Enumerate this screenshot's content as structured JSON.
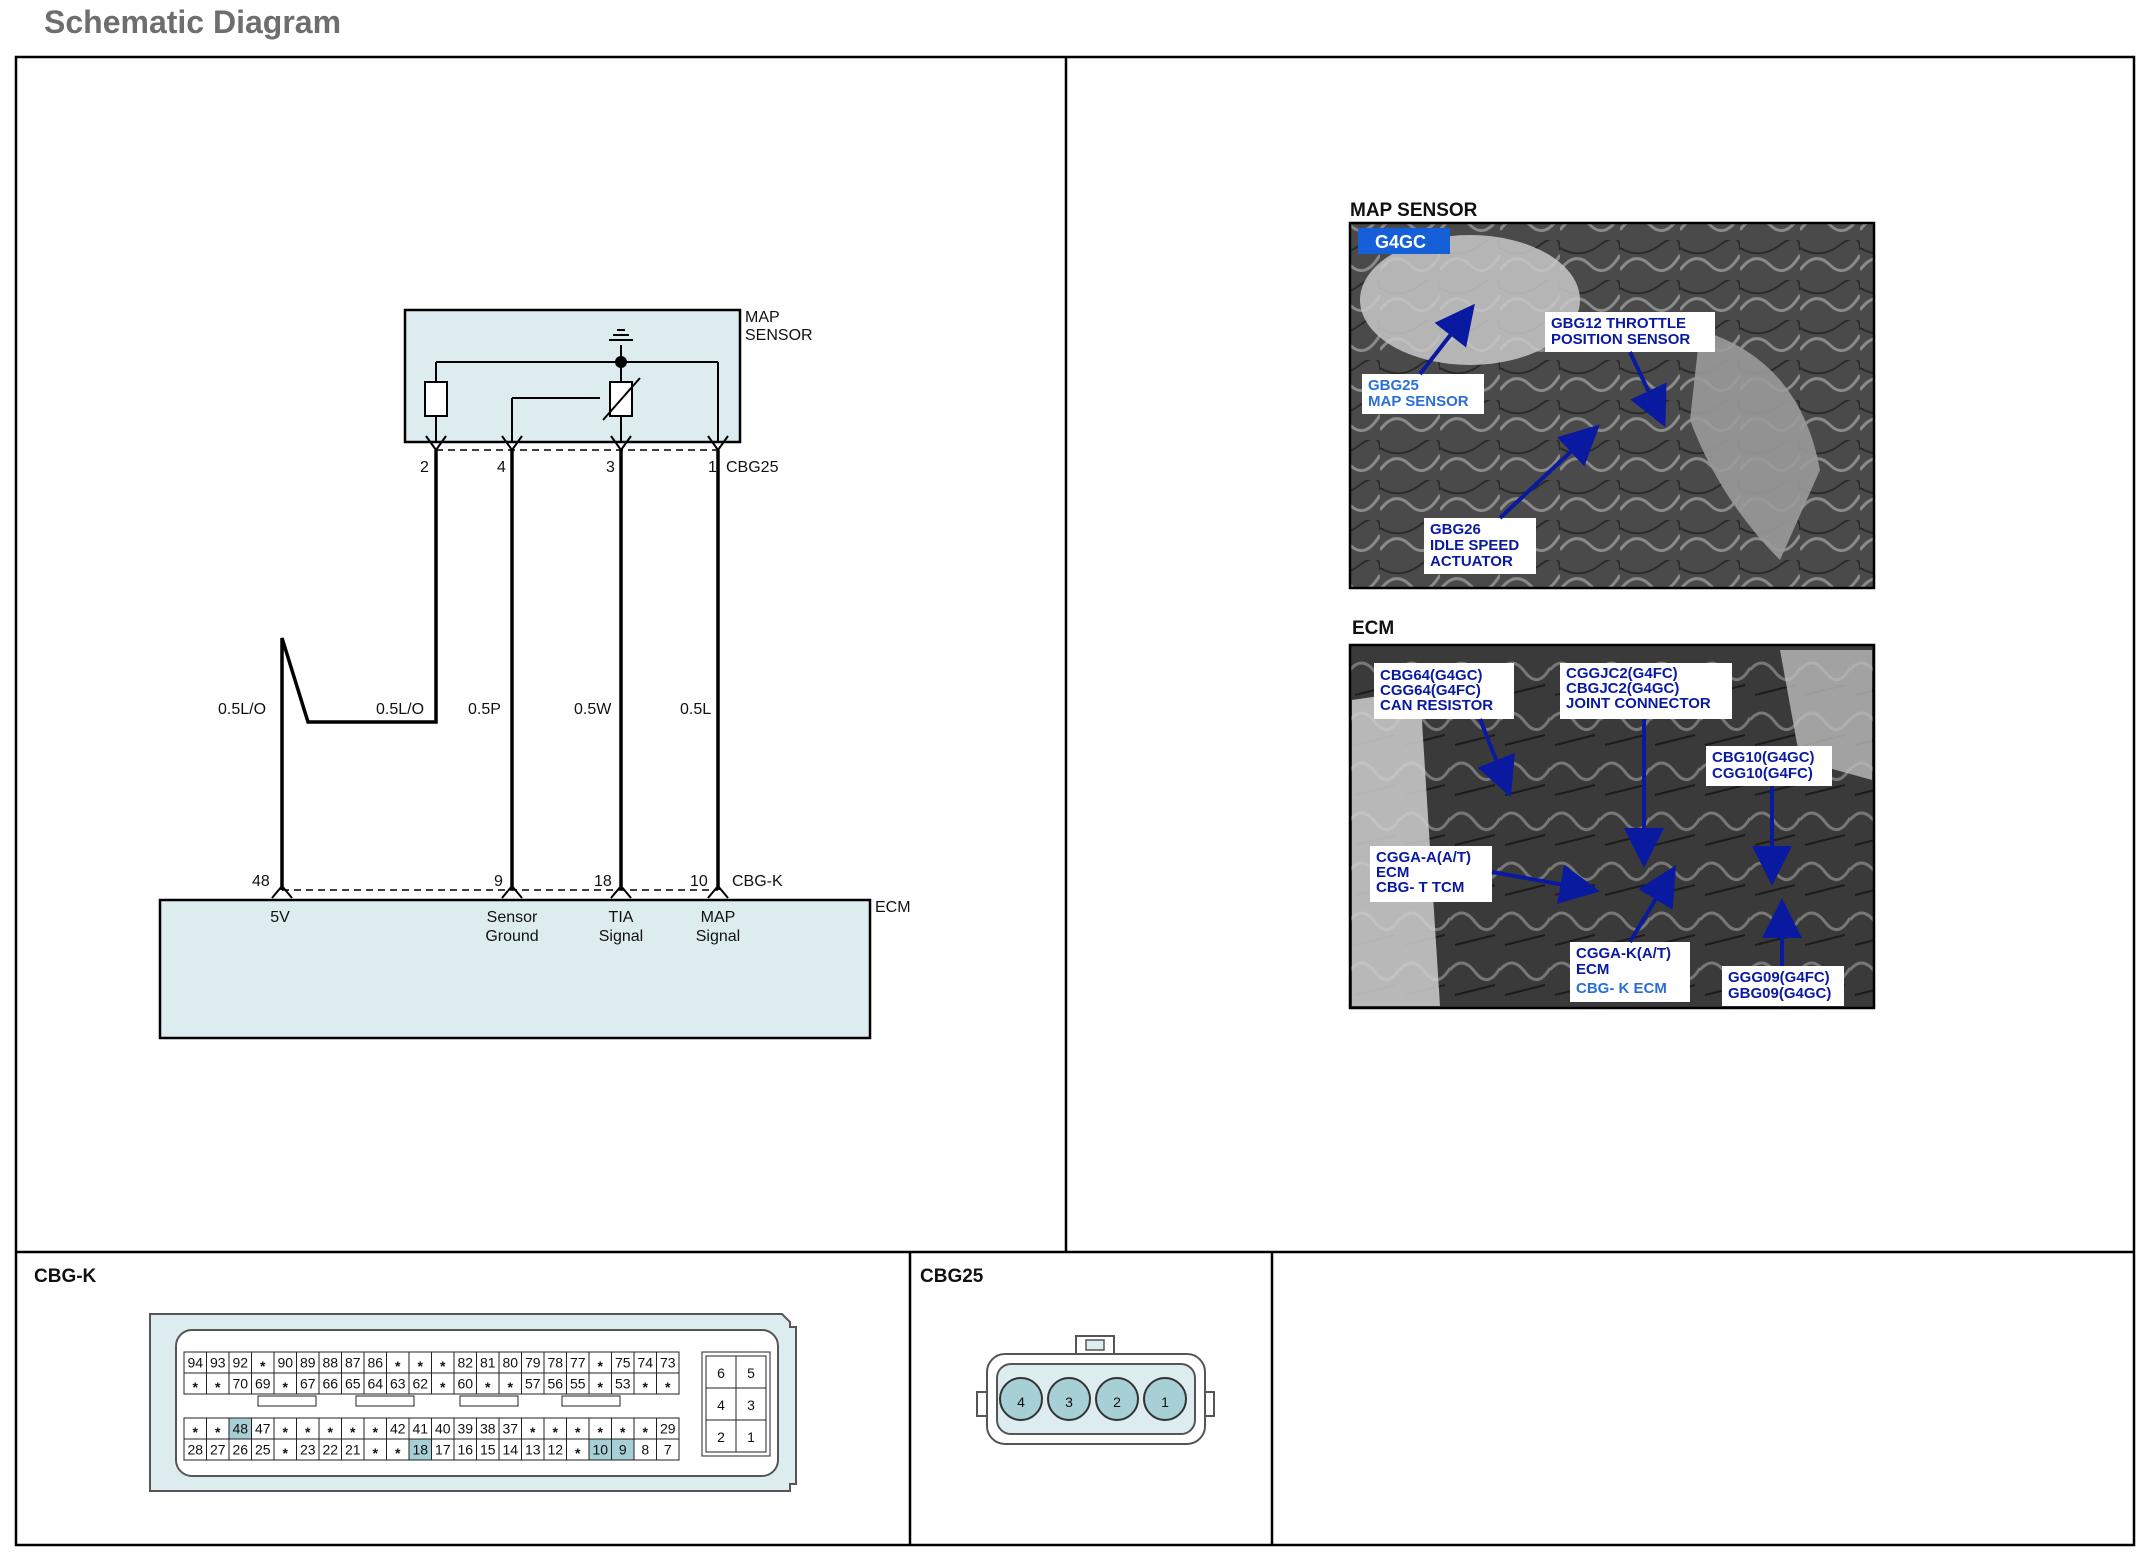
{
  "header": {
    "title": "Schematic Diagram"
  },
  "schematic": {
    "map_sensor_label": [
      "MAP",
      "SENSOR"
    ],
    "sensor_connector": "CBG25",
    "ecm_connector": "CBG-K",
    "ecm_label": "ECM",
    "sensor_pins": [
      "2",
      "4",
      "3",
      "1"
    ],
    "ecm_pins": [
      "48",
      "9",
      "18",
      "10"
    ],
    "wire_labels": [
      "0.5L/O",
      "0.5L/O",
      "0.5P",
      "0.5W",
      "0.5L"
    ],
    "ecm_functions": [
      [
        "5V"
      ],
      [
        "Sensor",
        "Ground"
      ],
      [
        "TIA",
        "Signal"
      ],
      [
        "MAP",
        "Signal"
      ]
    ]
  },
  "photos": {
    "map_sensor": {
      "heading": "MAP SENSOR",
      "engine_tag": "G4GC",
      "callouts": [
        {
          "lines": [
            "GBG12 THROTTLE",
            "POSITION SENSOR"
          ],
          "color": "dark"
        },
        {
          "lines": [
            "GBG25",
            "MAP SENSOR"
          ],
          "color": "light"
        },
        {
          "lines": [
            "GBG26",
            "IDLE SPEED",
            "ACTUATOR"
          ],
          "color": "dark"
        }
      ]
    },
    "ecm": {
      "heading": "ECM",
      "callouts": [
        {
          "lines": [
            "CBG64(G4GC)",
            "CGG64(G4FC)",
            "CAN RESISTOR"
          ],
          "color": "dark"
        },
        {
          "lines": [
            "CGGJC2(G4FC)",
            "CBGJC2(G4GC)",
            "JOINT CONNECTOR"
          ],
          "color": "dark"
        },
        {
          "lines": [
            "CBG10(G4GC)",
            "CGG10(G4FC)"
          ],
          "color": "dark"
        },
        {
          "lines": [
            "CGGA-A(A/T)",
            "ECM",
            "CBG- T TCM"
          ],
          "color": "dark"
        },
        {
          "lines": [
            "CGGA-K(A/T)",
            "ECM"
          ],
          "color": "dark"
        },
        {
          "lines": [
            "CBG- K ECM"
          ],
          "color": "light"
        },
        {
          "lines": [
            "GGG09(G4FC)",
            "GBG09(G4GC)"
          ],
          "color": "dark"
        }
      ]
    }
  },
  "connectors": {
    "cbgk": {
      "title": "CBG-K",
      "rows": [
        [
          "94",
          "93",
          "92",
          "*",
          "90",
          "89",
          "88",
          "87",
          "86",
          "*",
          "*",
          "*",
          "82",
          "81",
          "80",
          "79",
          "78",
          "77",
          "*",
          "75",
          "74",
          "73"
        ],
        [
          "*",
          "*",
          "70",
          "69",
          "*",
          "67",
          "66",
          "65",
          "64",
          "63",
          "62",
          "*",
          "60",
          "*",
          "*",
          "57",
          "56",
          "55",
          "*",
          "53",
          "*",
          "*"
        ],
        [
          "*",
          "*",
          "48",
          "47",
          "*",
          "*",
          "*",
          "*",
          "*",
          "42",
          "41",
          "40",
          "39",
          "38",
          "37",
          "*",
          "*",
          "*",
          "*",
          "*",
          "*",
          "29"
        ],
        [
          "28",
          "27",
          "26",
          "25",
          "*",
          "23",
          "22",
          "21",
          "*",
          "*",
          "18",
          "17",
          "16",
          "15",
          "14",
          "13",
          "12",
          "*",
          "10",
          "9",
          "8",
          "7"
        ]
      ],
      "highlighted": [
        "48",
        "18",
        "10",
        "9"
      ],
      "side_pins": [
        [
          "6",
          "5"
        ],
        [
          "4",
          "3"
        ],
        [
          "2",
          "1"
        ]
      ]
    },
    "cbg25": {
      "title": "CBG25",
      "pins": [
        "4",
        "3",
        "2",
        "1"
      ]
    }
  }
}
